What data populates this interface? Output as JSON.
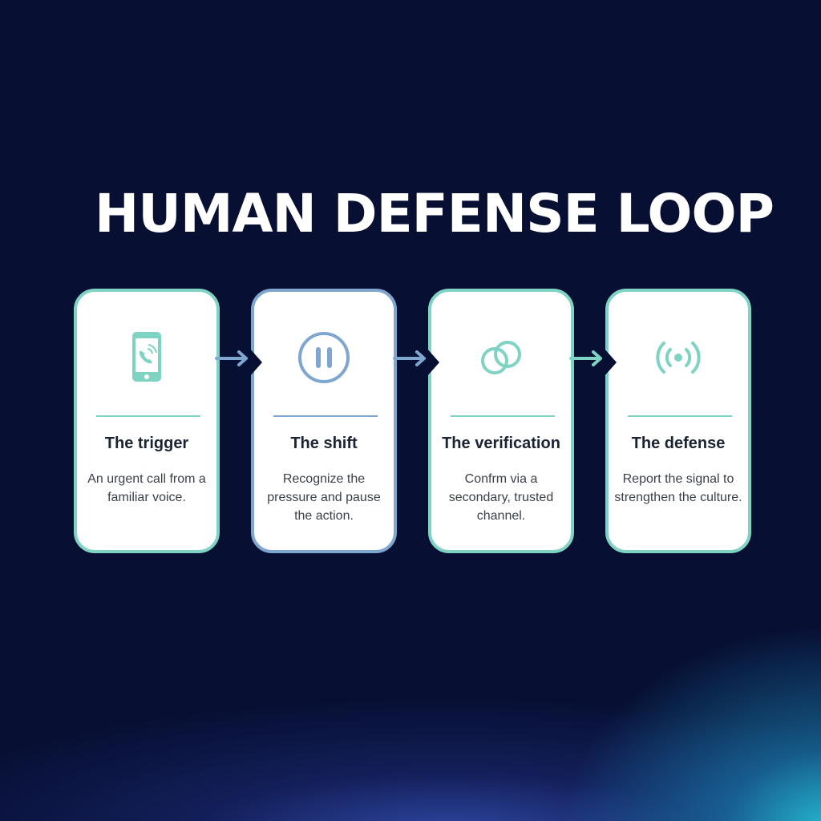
{
  "title": "HUMAN DEFENSE LOOP",
  "colors": {
    "background": "#070f33",
    "teal_accent": "#7fd3c3",
    "blue_accent": "#7ea6cf",
    "card_bg": "#ffffff",
    "heading_text": "#1c2333",
    "body_text": "#3a3f4a"
  },
  "steps": [
    {
      "icon": "smartphone-call-icon",
      "title": "The trigger",
      "description": "An urgent call from a familiar voice."
    },
    {
      "icon": "pause-circle-icon",
      "title": "The shift",
      "description": "Recognize the pressure and pause the action."
    },
    {
      "icon": "linked-rings-icon",
      "title": "The verification",
      "description": "Confrm via a secondary, trusted channel."
    },
    {
      "icon": "broadcast-signal-icon",
      "title": "The defense",
      "description": "Report the signal to strengthen the culture."
    }
  ]
}
